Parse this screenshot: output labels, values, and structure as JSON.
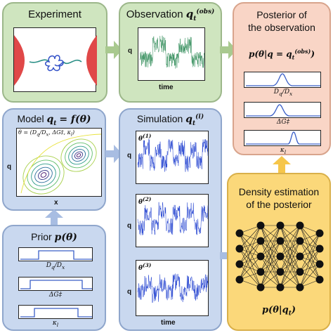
{
  "experiment": {
    "title": "Experiment"
  },
  "observation": {
    "title": "Observation",
    "symbol": "q",
    "sub": "t",
    "sup": "(obs)",
    "y_axis": "q",
    "x_axis": "time"
  },
  "posterior_obs": {
    "title_line1": "Posterior of",
    "title_line2": "the observation",
    "formula": "p(θ|q = q",
    "formula_sub": "t",
    "formula_sup": "(obs)",
    "formula_end": ")",
    "labels": [
      "D",
      "ΔG‡",
      "κ"
    ],
    "label_dq": "q",
    "label_dx": "x",
    "label_kappa_sub": "l"
  },
  "model": {
    "title": "Model",
    "symbol": "q",
    "sub": "t",
    "eq": "= f(θ)",
    "param_text": "θ = (D",
    "param_text2": ", ΔG‡, κ",
    "param_end": ")",
    "y_axis": "q",
    "x_axis": "x"
  },
  "simulation": {
    "title": "Simulation",
    "symbol": "q",
    "sub": "t",
    "sup": "(i)",
    "traces": [
      {
        "label": "θ",
        "sup": "(1)"
      },
      {
        "label": "θ",
        "sup": "(2)"
      },
      {
        "label": "θ",
        "sup": "(3)"
      }
    ],
    "y_axis": "q",
    "x_axis": "time"
  },
  "prior": {
    "title": "Prior",
    "formula": "p(θ)",
    "labels": [
      "D",
      "ΔG‡",
      "κ"
    ]
  },
  "density": {
    "title_line1": "Density estimation",
    "title_line2": "of the posterior",
    "formula": "p(θ|q",
    "formula_sub": "t",
    "formula_end": ")"
  },
  "colors": {
    "green_panel": "#cfe5bf",
    "blue_panel": "#c9d8ef",
    "salmon_panel": "#f9d5c6",
    "yellow_panel": "#fbd87a",
    "arrow_green": "#a9c98f",
    "arrow_blue": "#a8bde2",
    "arrow_yellow": "#f6c64a",
    "trace_green": "#2e8b57",
    "trace_blue": "#1f3fd0"
  }
}
